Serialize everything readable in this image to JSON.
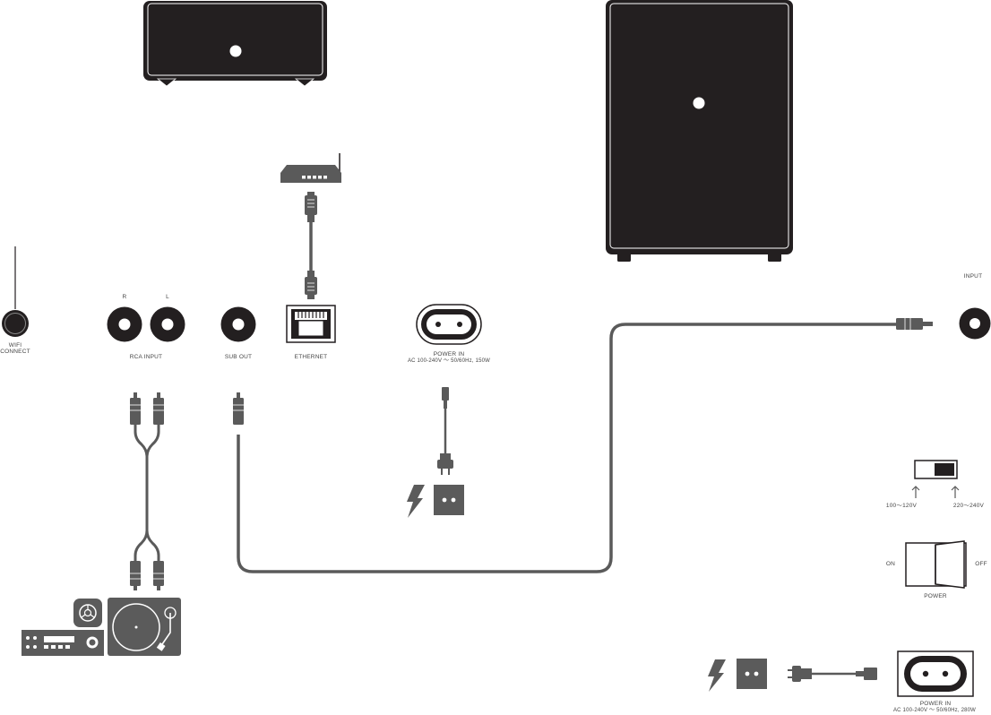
{
  "labels": {
    "wifi_connect": "WIFI\nCONNECT",
    "rca_r": "R",
    "rca_l": "L",
    "rca_input": "RCA INPUT",
    "sub_out": "SUB OUT",
    "ethernet": "ETHERNET",
    "power_in_title": "POWER IN",
    "power_in_spec": "AC 100-240V ～ 50/60Hz, 150W",
    "sub_input": "INPUT",
    "voltage_low": "100～120V",
    "voltage_high": "220～240V",
    "power_on": "ON",
    "power_off": "OFF",
    "power": "POWER",
    "sub_power_in_title": "POWER IN",
    "sub_power_in_spec": "AC 100-240V ～ 50/60Hz, 280W"
  },
  "colors": {
    "device": "#231f20",
    "cable": "#5a5a5a",
    "icon_fill": "#5b5b5b",
    "outline": "#231f20"
  },
  "icons": [
    "speaker",
    "subwoofer",
    "router",
    "ethernet-plug",
    "rca-plug",
    "power-plug",
    "lightning-icon",
    "wall-socket-icon",
    "amplifier",
    "turntable",
    "chromecast-icon",
    "toggle-switch",
    "rocker-switch",
    "iec-inlet"
  ]
}
